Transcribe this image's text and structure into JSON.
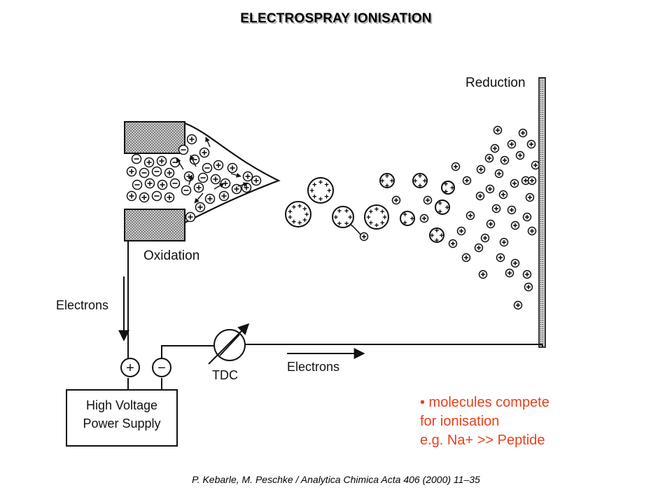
{
  "title": "ELECTROSPRAY IONISATION",
  "diagram": {
    "label_reduction": "Reduction",
    "label_oxidation": "Oxidation",
    "label_electrons_left": "Electrons",
    "label_electrons_bottom": "Electrons",
    "label_tdc": "TDC",
    "power_supply_line1": "High Voltage",
    "power_supply_line2": "Power Supply",
    "terminal_positive": "+",
    "terminal_negative": "−"
  },
  "note": {
    "line1": "• molecules compete",
    "line2": "for ionisation",
    "line3": "e.g.  Na+ >> Peptide"
  },
  "citation": "P. Kebarle, M. Peschke / Analytica Chimica Acta 406 (2000) 11–35",
  "colors": {
    "note_text": "#e8401c",
    "line": "#111111",
    "title_shadow": "#b5b5b5"
  }
}
